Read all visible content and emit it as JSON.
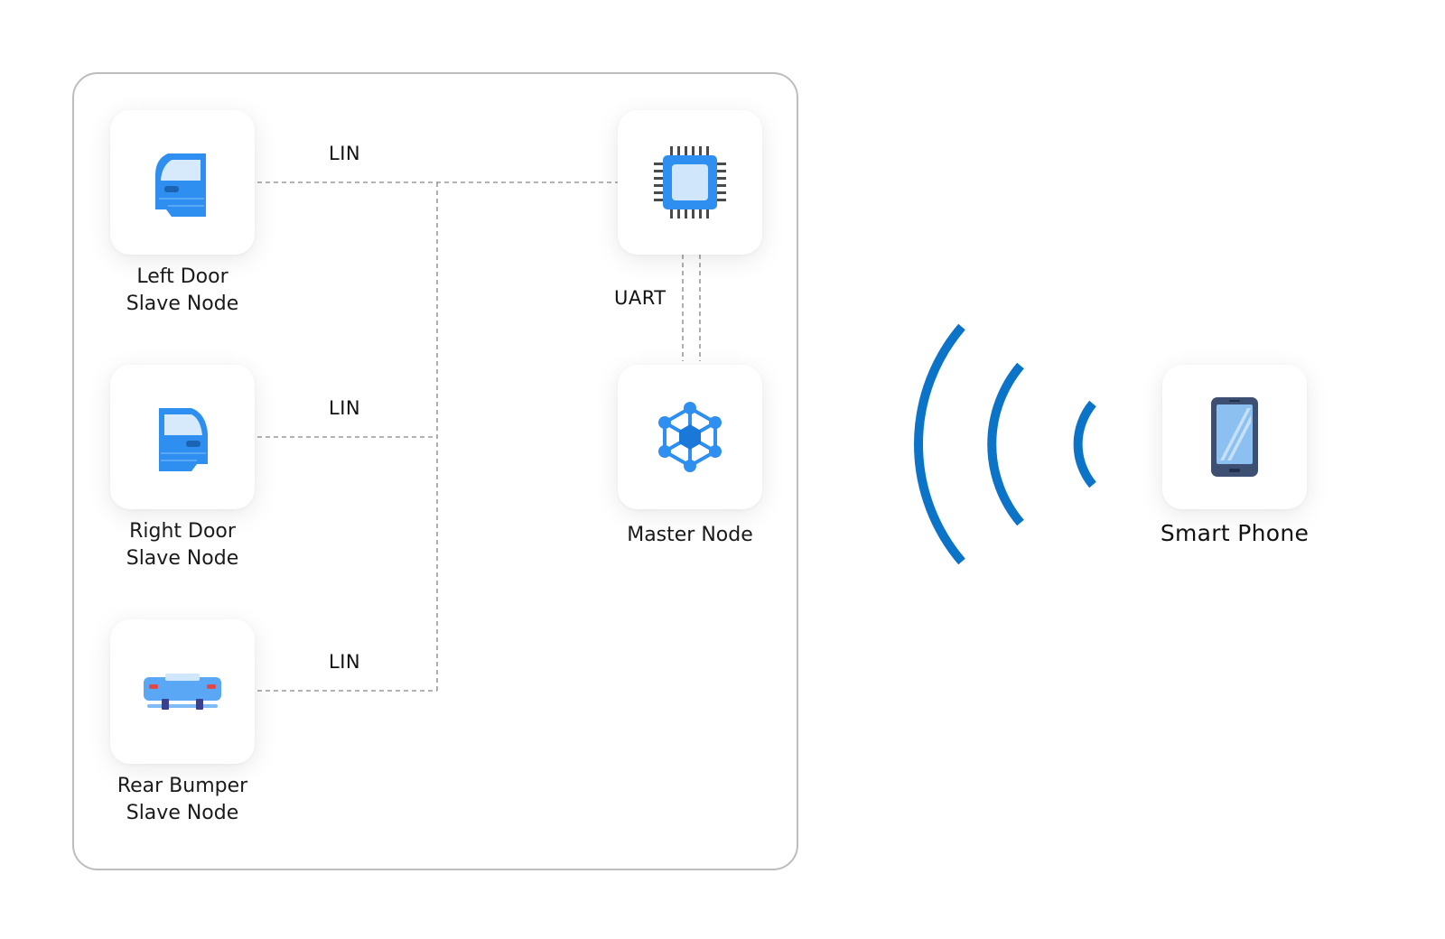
{
  "nodes": {
    "left_door": {
      "line1": "Left Door",
      "line2": "Slave Node",
      "icon": "car-door-left-icon"
    },
    "right_door": {
      "line1": "Right Door",
      "line2": "Slave Node",
      "icon": "car-door-right-icon"
    },
    "rear_bumper": {
      "line1": "Rear Bumper",
      "line2": "Slave Node",
      "icon": "car-rear-bumper-icon"
    },
    "microcontroller": {
      "icon": "microchip-icon"
    },
    "master": {
      "label": "Master Node",
      "icon": "network-hub-icon"
    },
    "phone": {
      "label": "Smart Phone",
      "icon": "smartphone-icon"
    }
  },
  "buses": {
    "lin_1": "LIN",
    "lin_2": "LIN",
    "lin_3": "LIN",
    "uart": "UART"
  },
  "wireless": {
    "icon": "wireless-signal-icon"
  },
  "colors": {
    "icon_blue": "#2e8ff0",
    "icon_light": "#cfe6fb",
    "signal_blue": "#0b74c9",
    "wire_gray": "#9a9a9a",
    "phone_dark": "#3d4f73",
    "phone_screen": "#8cc0f0"
  }
}
